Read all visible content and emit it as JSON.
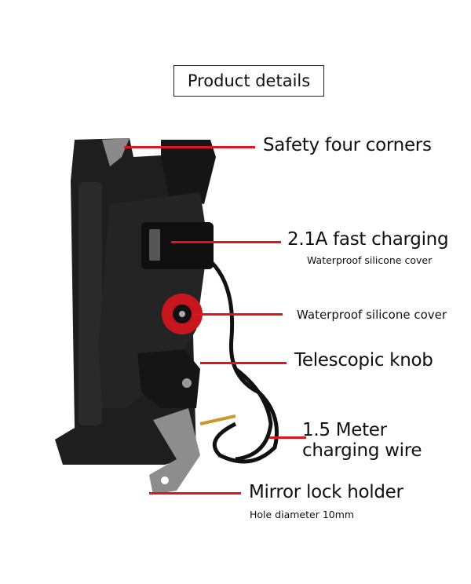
{
  "title": "Product details",
  "callouts": {
    "corners": {
      "label": "Safety four corners"
    },
    "charging": {
      "label": "2.1A fast charging",
      "sub": "Waterproof silicone cover"
    },
    "cover": {
      "label": "Waterproof silicone cover"
    },
    "knob": {
      "label": "Telescopic knob"
    },
    "wire": {
      "line1": "1.5 Meter",
      "line2": "charging wire"
    },
    "mirror": {
      "label": "Mirror lock holder",
      "sub": "Hole diameter 10mm"
    }
  },
  "colors": {
    "accent": "#e0141e",
    "product": "#1c1c1c"
  }
}
